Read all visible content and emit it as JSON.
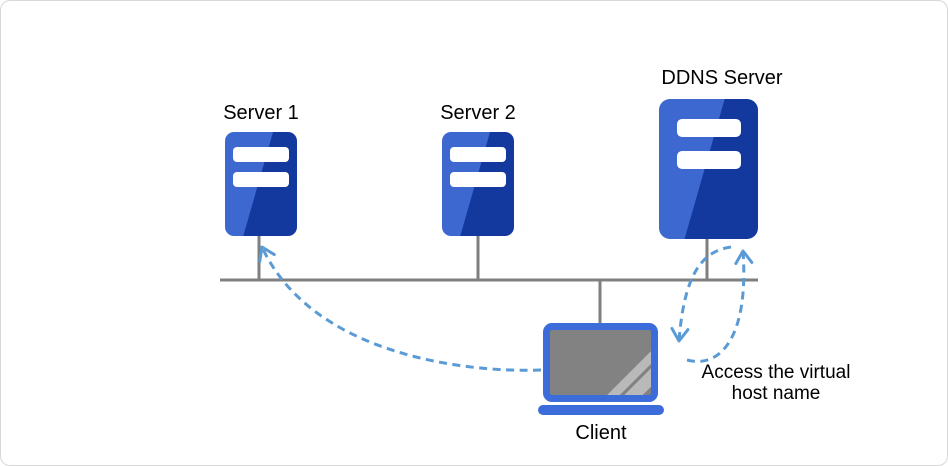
{
  "diagram": {
    "nodes": {
      "server1": {
        "label": "Server 1",
        "icon": "server-icon"
      },
      "server2": {
        "label": "Server 2",
        "icon": "server-icon"
      },
      "ddns_server": {
        "label": "DDNS Server",
        "icon": "server-icon"
      },
      "client": {
        "label": "Client",
        "icon": "laptop-icon"
      }
    },
    "annotation": {
      "line1": "Access the virtual",
      "line2": "host name"
    },
    "connections": [
      {
        "from": "server1",
        "to": "network-bus",
        "style": "solid-gray"
      },
      {
        "from": "server2",
        "to": "network-bus",
        "style": "solid-gray"
      },
      {
        "from": "ddns_server",
        "to": "network-bus",
        "style": "solid-gray"
      },
      {
        "from": "client",
        "to": "network-bus",
        "style": "solid-gray"
      },
      {
        "from": "client",
        "to": "server1",
        "style": "dashed-blue-arrow"
      },
      {
        "from": "ddns_server",
        "to": "client",
        "style": "dashed-blue-arrow"
      },
      {
        "from": "client",
        "to": "ddns_server",
        "style": "dashed-blue-arrow"
      }
    ],
    "colors": {
      "server_light_blue": "#3d68cf",
      "server_dark_blue": "#14399e",
      "laptop_blue": "#3b6cd9",
      "screen_gray": "#828282",
      "stripe_gray": "#b9b9b9",
      "line_gray": "#7f7f7f",
      "arrow_blue": "#5b9bd5",
      "canvas_border": "#d8d8d8"
    }
  }
}
